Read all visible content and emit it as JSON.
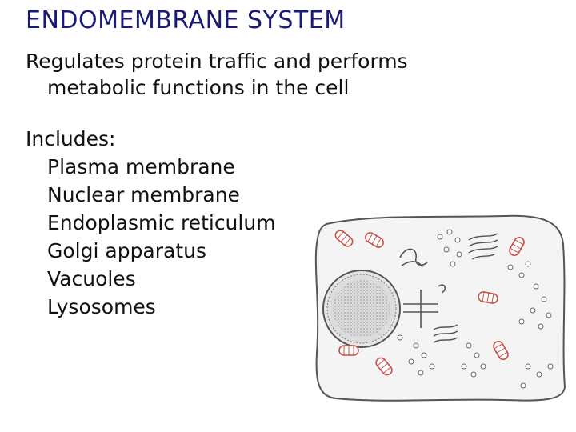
{
  "slide": {
    "title": "ENDOMEMBRANE SYSTEM",
    "intro_line1": "Regulates protein traffic and performs",
    "intro_line2": "metabolic functions in the cell",
    "includes_heading": "Includes:",
    "items": [
      "Plasma membrane",
      "Nuclear membrane",
      "Endoplasmic reticulum",
      "Golgi apparatus",
      "Vacuoles",
      "Lysosomes"
    ]
  },
  "colors": {
    "title": "#1a1a78",
    "text": "#111111",
    "mitochondria": "#c8504a",
    "outline": "#444444"
  }
}
